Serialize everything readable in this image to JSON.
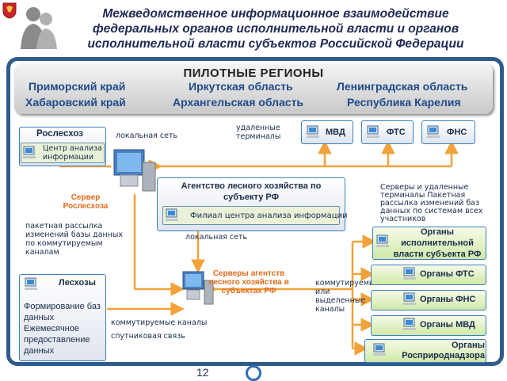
{
  "title": {
    "line1": "Межведомственное информационное взаимодействие",
    "line2": "федеральных органов исполнительной власти и органов",
    "line3": "исполнительной власти субъектов Российской Федерации"
  },
  "pilot": {
    "heading": "ПИЛОТНЫЕ РЕГИОНЫ",
    "regions": [
      "Приморский край",
      "Иркутская область",
      "Ленинградская область",
      "Хабаровский край",
      "Архангельская область",
      "Республика Карелия"
    ]
  },
  "nodes": {
    "rosleshoz": "Рослесхоз",
    "center": "Центр анализа информации",
    "local_net_top": "локальная сеть",
    "remote_terminals": "удаленные терминалы",
    "mvd": "МВД",
    "fts": "ФТС",
    "fns": "ФНС",
    "server_rosleshoz": "Сервер Рослесхоза",
    "agency": "Агентство лесного хозяйства по субъекту РФ",
    "branch": "Филиал центра анализа информации",
    "local_net_mid": "локальная сеть",
    "packet_left": "пакетная рассылка изменений базы данных по коммутируемым каналам",
    "servers_terminals": "Серверы и удаленные терминалы Пакетная рассылка изменений баз данных по системам всех участников",
    "leshozy": "Лесхозы",
    "leshozy_text": "Формирование баз данных Ежемесячное предоставление данных",
    "servers_agency": "Серверы агентств лесного хозяйства в субъектах РФ",
    "switched_channels": "коммутируемые каналы",
    "sat_link": "спутниковая связь",
    "switched_or_dedicated": "коммутируемые или выделенные каналы",
    "organs_exec": "Органы исполнительной власти субъекта РФ",
    "organs_fts": "Органы ФТС",
    "organs_fns": "Органы ФНС",
    "organs_mvd": "Органы МВД",
    "organs_rpn": "Органы Росприроднадзора"
  },
  "page_number": "12",
  "colors": {
    "accent": "#f2a23a",
    "frame": "#2f5d8a",
    "title": "#1f2a55",
    "region": "#1f4a8a",
    "label_orange": "#e36a1a"
  }
}
